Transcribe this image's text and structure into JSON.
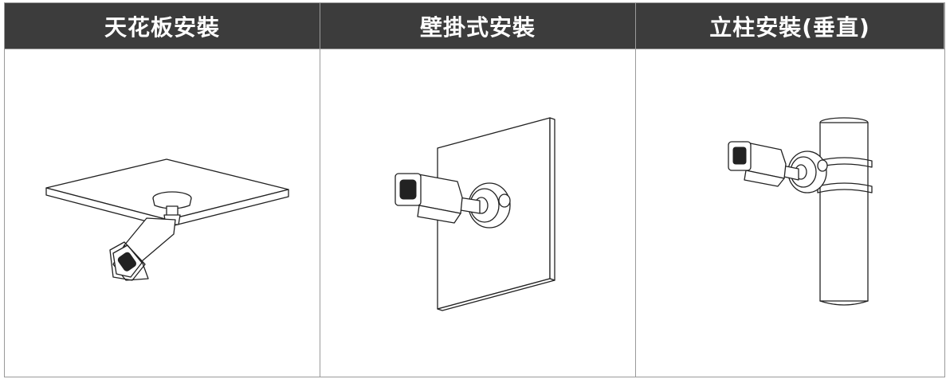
{
  "table": {
    "headers": [
      "天花板安裝",
      "壁掛式安裝",
      "立柱安裝(垂直)"
    ]
  },
  "colors": {
    "header_bg": "#3c3c3c",
    "header_text": "#ffffff",
    "border": "#9a9a9a",
    "line_art": "#222222"
  },
  "illustrations": [
    "ceiling-mount-camera-icon",
    "wall-mount-camera-icon",
    "pole-mount-camera-icon"
  ]
}
